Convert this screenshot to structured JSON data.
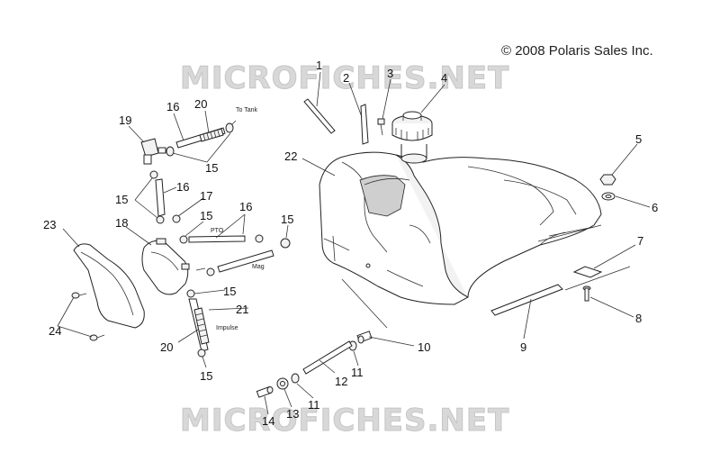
{
  "copyright": "© 2008 Polaris Sales Inc.",
  "watermark": "MICROFICHES.NET",
  "callouts": [
    {
      "id": "c1",
      "text": "1"
    },
    {
      "id": "c2",
      "text": "2"
    },
    {
      "id": "c3",
      "text": "3"
    },
    {
      "id": "c4",
      "text": "4"
    },
    {
      "id": "c5",
      "text": "5"
    },
    {
      "id": "c6",
      "text": "6"
    },
    {
      "id": "c7",
      "text": "7"
    },
    {
      "id": "c8",
      "text": "8"
    },
    {
      "id": "c9",
      "text": "9"
    },
    {
      "id": "c10",
      "text": "10"
    },
    {
      "id": "c11a",
      "text": "11"
    },
    {
      "id": "c11b",
      "text": "11"
    },
    {
      "id": "c12",
      "text": "12"
    },
    {
      "id": "c13",
      "text": "13"
    },
    {
      "id": "c14",
      "text": "14"
    },
    {
      "id": "c15a",
      "text": "15"
    },
    {
      "id": "c15b",
      "text": "15"
    },
    {
      "id": "c15c",
      "text": "15"
    },
    {
      "id": "c15d",
      "text": "15"
    },
    {
      "id": "c15e",
      "text": "15"
    },
    {
      "id": "c15f",
      "text": "15"
    },
    {
      "id": "c16a",
      "text": "16"
    },
    {
      "id": "c16b",
      "text": "16"
    },
    {
      "id": "c16c",
      "text": "16"
    },
    {
      "id": "c17",
      "text": "17"
    },
    {
      "id": "c18",
      "text": "18"
    },
    {
      "id": "c19",
      "text": "19"
    },
    {
      "id": "c20a",
      "text": "20"
    },
    {
      "id": "c20b",
      "text": "20"
    },
    {
      "id": "c21",
      "text": "21"
    },
    {
      "id": "c22",
      "text": "22"
    },
    {
      "id": "c23",
      "text": "23"
    },
    {
      "id": "c24",
      "text": "24"
    }
  ],
  "hose_labels": {
    "to_tank": "To Tank",
    "pto": "PTO",
    "mag": "Mag",
    "impulse": "Impulse"
  }
}
